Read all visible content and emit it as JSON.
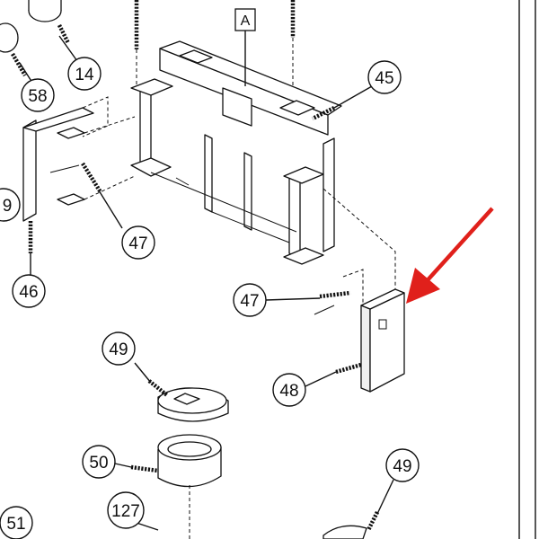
{
  "diagram": {
    "section_label": "A",
    "callouts": [
      {
        "id": "c14",
        "number": "14"
      },
      {
        "id": "c58",
        "number": "58"
      },
      {
        "id": "c45",
        "number": "45"
      },
      {
        "id": "c9",
        "number": "9"
      },
      {
        "id": "c47a",
        "number": "47"
      },
      {
        "id": "c46",
        "number": "46"
      },
      {
        "id": "c47b",
        "number": "47"
      },
      {
        "id": "c48",
        "number": "48"
      },
      {
        "id": "c49a",
        "number": "49"
      },
      {
        "id": "c50",
        "number": "50"
      },
      {
        "id": "c49b",
        "number": "49"
      },
      {
        "id": "c127",
        "number": "127"
      },
      {
        "id": "c51",
        "number": "51"
      }
    ],
    "colors": {
      "line": "#111111",
      "arrow": "#e0201b",
      "background": "#ffffff"
    }
  }
}
